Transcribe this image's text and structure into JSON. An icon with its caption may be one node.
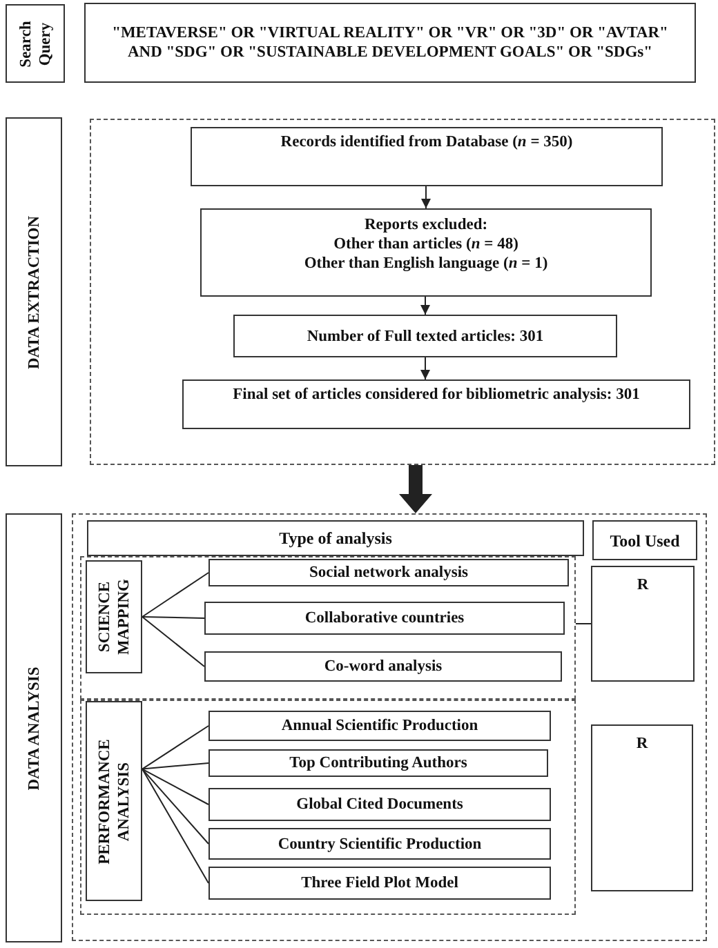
{
  "diagram": {
    "nodes": [
      {
        "text": [
          "Search Query"
        ]
      },
      {
        "text": [
          "\"METAVERSE\" OR \"VIRTUAL REALITY\" OR \"VR\" OR \"3D\" OR \"AVTAR\" AND \"SDG\" OR \"SUSTAINABLE DEVELOPMENT GOALS\" OR \"SDGs\""
        ]
      },
      {
        "text": [
          "DATA EXTRACTION"
        ]
      },
      {
        "text": [],
        "shape": "box"
      },
      {
        "text": [
          "Records identified from Database (*n* = 350)"
        ],
        "in": 3
      },
      {
        "text": [
          "Reports excluded:",
          "Other than articles (*n* = 48)",
          "Other than English language (*n* = 1)"
        ],
        "in": 3
      },
      {
        "text": [
          "Number of Full texted articles: 301"
        ],
        "in": 3
      },
      {
        "text": [
          "Final set of articles considered for bibliometric analysis: 301"
        ],
        "in": 3
      },
      {
        "text": [
          "DATA ANALYSIS"
        ]
      },
      {
        "text": [],
        "shape": "box"
      },
      {
        "text": [
          "Type of analysis"
        ],
        "in": 9
      },
      {
        "text": [
          "Tool Used"
        ],
        "in": 9
      },
      {
        "text": [],
        "shape": "box",
        "in": 9
      },
      {
        "text": [
          "SCIENCE MAPPING"
        ],
        "in": 12
      },
      {
        "text": [
          "Social network analysis"
        ],
        "in": 12
      },
      {
        "text": [
          "Collaborative countries"
        ],
        "in": 12
      },
      {
        "text": [
          "Co-word analysis"
        ],
        "in": 12
      },
      {
        "text": [
          "R"
        ],
        "in": 9
      },
      {
        "text": [],
        "shape": "box",
        "in": 9
      },
      {
        "text": [
          "PERFORMANCE ANALYSIS"
        ],
        "in": 18
      },
      {
        "text": [
          "Annual Scientific Production"
        ],
        "in": 18
      },
      {
        "text": [
          "Top Contributing Authors"
        ],
        "in": 18
      },
      {
        "text": [
          "Global Cited Documents"
        ],
        "in": 18
      },
      {
        "text": [
          "Country Scientific Production"
        ],
        "in": 18
      },
      {
        "text": [
          "Three Field Plot Model"
        ],
        "in": 18
      },
      {
        "text": [
          "R"
        ],
        "in": 9
      }
    ],
    "edges": [
      {
        "from": 4,
        "to": 5,
        "arrow": "to"
      },
      {
        "from": 5,
        "to": 6,
        "arrow": "to"
      },
      {
        "from": 6,
        "to": 7,
        "arrow": "to"
      },
      {
        "from": 3,
        "to": 9,
        "arrow": "to",
        "style": "thick"
      },
      {
        "from": 13,
        "to": 14,
        "arrow": "none"
      },
      {
        "from": 13,
        "to": 15,
        "arrow": "none"
      },
      {
        "from": 13,
        "to": 16,
        "arrow": "none"
      },
      {
        "from": 12,
        "to": 17,
        "arrow": "none"
      },
      {
        "from": 19,
        "to": 20,
        "arrow": "none"
      },
      {
        "from": 19,
        "to": 21,
        "arrow": "none"
      },
      {
        "from": 19,
        "to": 22,
        "arrow": "none"
      },
      {
        "from": 19,
        "to": 23,
        "arrow": "none"
      },
      {
        "from": 19,
        "to": 24,
        "arrow": "none"
      }
    ]
  }
}
